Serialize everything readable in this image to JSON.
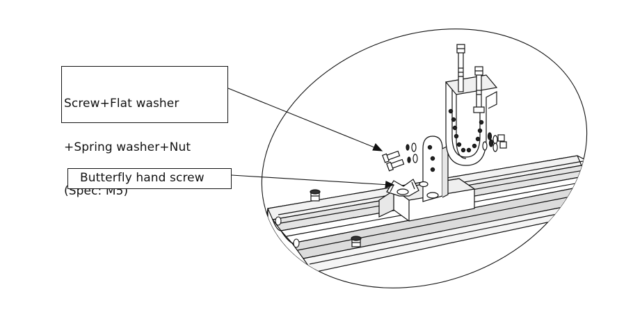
{
  "labels": {
    "fasteners_line1": "Screw+Flat washer",
    "fasteners_line2": "+Spring washer+Nut",
    "fasteners_line3": "(Spec: M5)",
    "butterfly": "Butterfly hand screw"
  },
  "colors": {
    "line": "#111111",
    "fill": "#ffffff",
    "rail_shade": "#dcdcdc",
    "hole": "#222222"
  },
  "icons": {
    "bracket": "u-bracket-icon",
    "bolt": "bolt-icon",
    "rail": "light-rail-icon"
  }
}
